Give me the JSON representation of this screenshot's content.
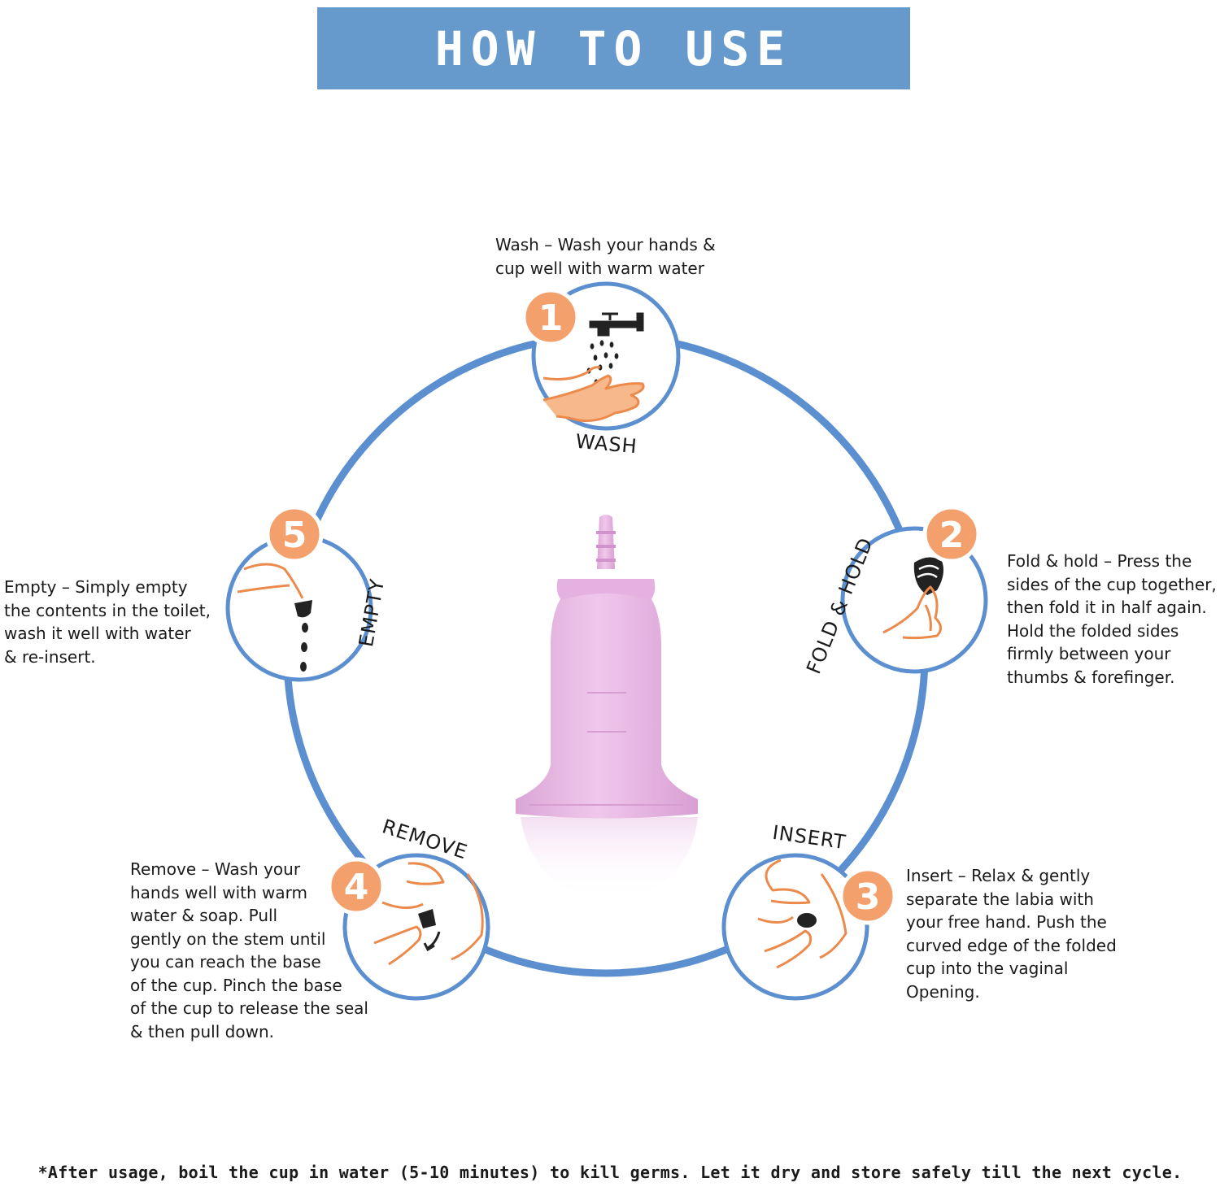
{
  "header": {
    "title": "HOW TO USE"
  },
  "colors": {
    "banner": "#6699cc",
    "ring": "#5b8fd0",
    "badge": "#f4a06c",
    "badge_ring": "#ffffff",
    "hand_line": "#ec8a4c",
    "cup": "#e7b6e3",
    "cup_dark": "#d292cc",
    "icon_dark": "#222222"
  },
  "center_image": {
    "icon": "menstrual-cup"
  },
  "steps": [
    {
      "number": "1",
      "label": "WASH",
      "icon": "tap-handwash-icon",
      "description": [
        "Wash – Wash your hands &",
        "cup well with warm water"
      ]
    },
    {
      "number": "2",
      "label": "FOLD & HOLD",
      "icon": "fold-cup-icon",
      "description": [
        "Fold & hold – Press the",
        "sides of the cup together,",
        "then fold it in half again.",
        "Hold the folded sides",
        "firmly between your",
        "thumbs & forefinger."
      ]
    },
    {
      "number": "3",
      "label": "INSERT",
      "icon": "insert-icon",
      "description": [
        "Insert – Relax & gently",
        "separate the labia with",
        "your free hand. Push the",
        "curved edge of the folded",
        "cup into the vaginal",
        "Opening."
      ]
    },
    {
      "number": "4",
      "label": "REMOVE",
      "icon": "remove-icon",
      "description": [
        "Remove – Wash your",
        "hands well with warm",
        "water & soap. Pull",
        "gently on the stem until",
        "you can reach the base",
        "of the cup. Pinch the base",
        "of the cup to release the seal",
        "& then pull down."
      ]
    },
    {
      "number": "5",
      "label": "EMPTY",
      "icon": "empty-cup-icon",
      "description": [
        "Empty – Simply empty",
        "the contents in the toilet,",
        "wash it well with water",
        "& re-insert."
      ]
    }
  ],
  "footnote": "*After usage, boil the cup in water (5-10 minutes) to kill germs. Let it dry and store safely till the next cycle."
}
